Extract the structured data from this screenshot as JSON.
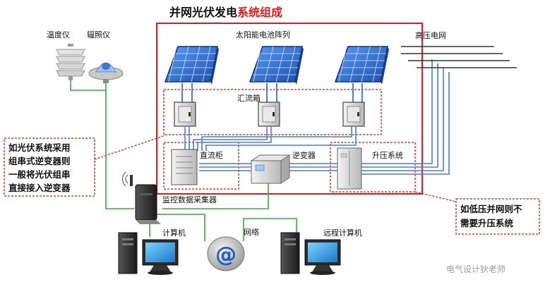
{
  "title": {
    "part1": "并网光伏发电",
    "part2": "系统组成"
  },
  "labels": {
    "temperature": "温度仪",
    "irradiance": "辐照仪",
    "solar_array": "太阳能电池阵列",
    "hv_grid": "高压电网",
    "combiner": "汇流箱",
    "dc_cabinet": "直流柜",
    "inverter": "逆变器",
    "booster": "升压系统",
    "monitor": "监控数据采集器",
    "computer": "计算机",
    "network": "网络",
    "remote_computer": "远程计算机"
  },
  "notes": {
    "left": [
      "如光伏系统采用",
      "组串式逆变器则",
      "一般将光伏组串",
      "直接接入逆变器"
    ],
    "right": [
      "如低压并网则不",
      "需要升压系统"
    ]
  },
  "watermark": "电气设计狄老师",
  "colors": {
    "red": "#e01b1b",
    "panel": "#2f6fd6",
    "line_blue": "#4f7fd2",
    "line_green": "#3fa84a"
  }
}
